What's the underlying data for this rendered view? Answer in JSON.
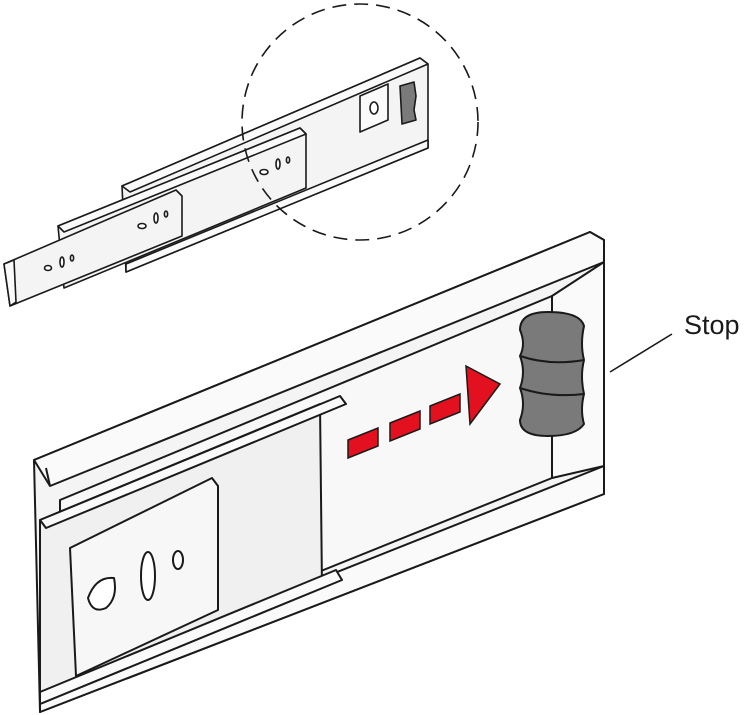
{
  "labels": {
    "stop": "Stop"
  },
  "colors": {
    "outline": "#1a1a1a",
    "rail_fill": "#f4f4f4",
    "rail_fill_light": "#fafafa",
    "stop_fill": "#7a7a7a",
    "arrow_red": "#e3101f"
  },
  "icons": {
    "direction_arrow": "dashed-arrow-right",
    "detail_callout": "dashed-circle"
  }
}
